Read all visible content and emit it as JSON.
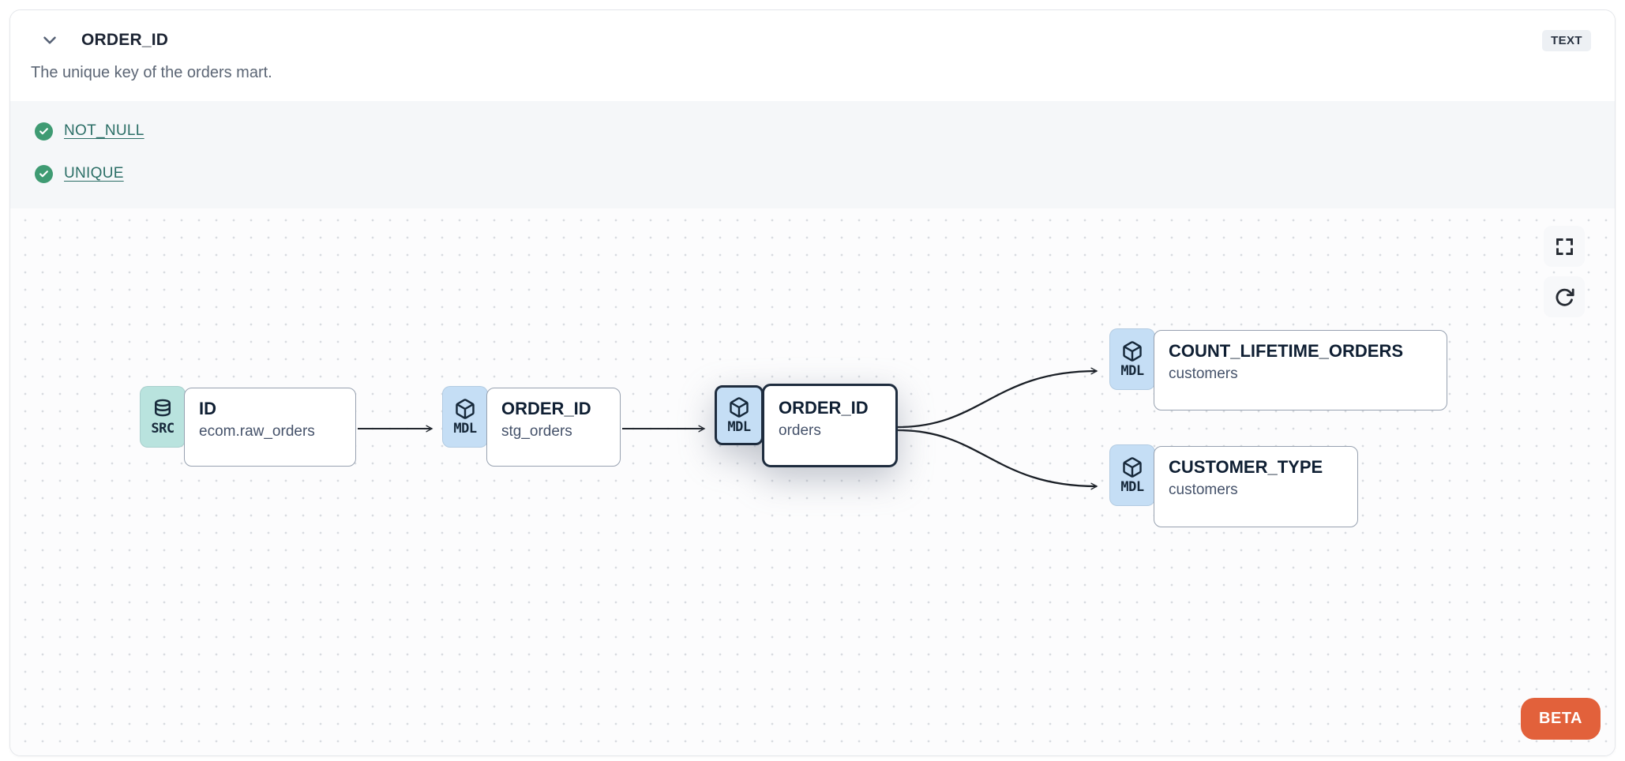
{
  "header": {
    "title": "ORDER_ID",
    "type_badge": "TEXT",
    "description": "The unique key of the orders mart."
  },
  "tests": [
    {
      "label": "NOT_NULL",
      "status": "pass"
    },
    {
      "label": "UNIQUE",
      "status": "pass"
    }
  ],
  "lineage": {
    "nodes": [
      {
        "badge": "SRC",
        "icon": "database-icon",
        "title": "ID",
        "subtitle": "ecom.raw_orders",
        "selected": false
      },
      {
        "badge": "MDL",
        "icon": "cube-icon",
        "title": "ORDER_ID",
        "subtitle": "stg_orders",
        "selected": false
      },
      {
        "badge": "MDL",
        "icon": "cube-icon",
        "title": "ORDER_ID",
        "subtitle": "orders",
        "selected": true
      },
      {
        "badge": "MDL",
        "icon": "cube-icon",
        "title": "COUNT_LIFETIME_ORDERS",
        "subtitle": "customers",
        "selected": false
      },
      {
        "badge": "MDL",
        "icon": "cube-icon",
        "title": "CUSTOMER_TYPE",
        "subtitle": "customers",
        "selected": false
      }
    ],
    "beta_label": "BETA"
  },
  "icons": {
    "collapse": "chevron-down-icon",
    "test_pass": "check-circle-icon",
    "fullscreen": "fullscreen-icon",
    "refresh": "refresh-icon"
  },
  "colors": {
    "source_badge_bg": "#b9e3de",
    "model_badge_bg": "#c5def5",
    "selected_border": "#1e2c3e",
    "test_pass_green": "#3f9b73",
    "link_teal": "#2b6e66",
    "beta_orange": "#e2613b",
    "tests_section_bg": "#f5f7f9",
    "canvas_bg": "#fcfcfd"
  }
}
